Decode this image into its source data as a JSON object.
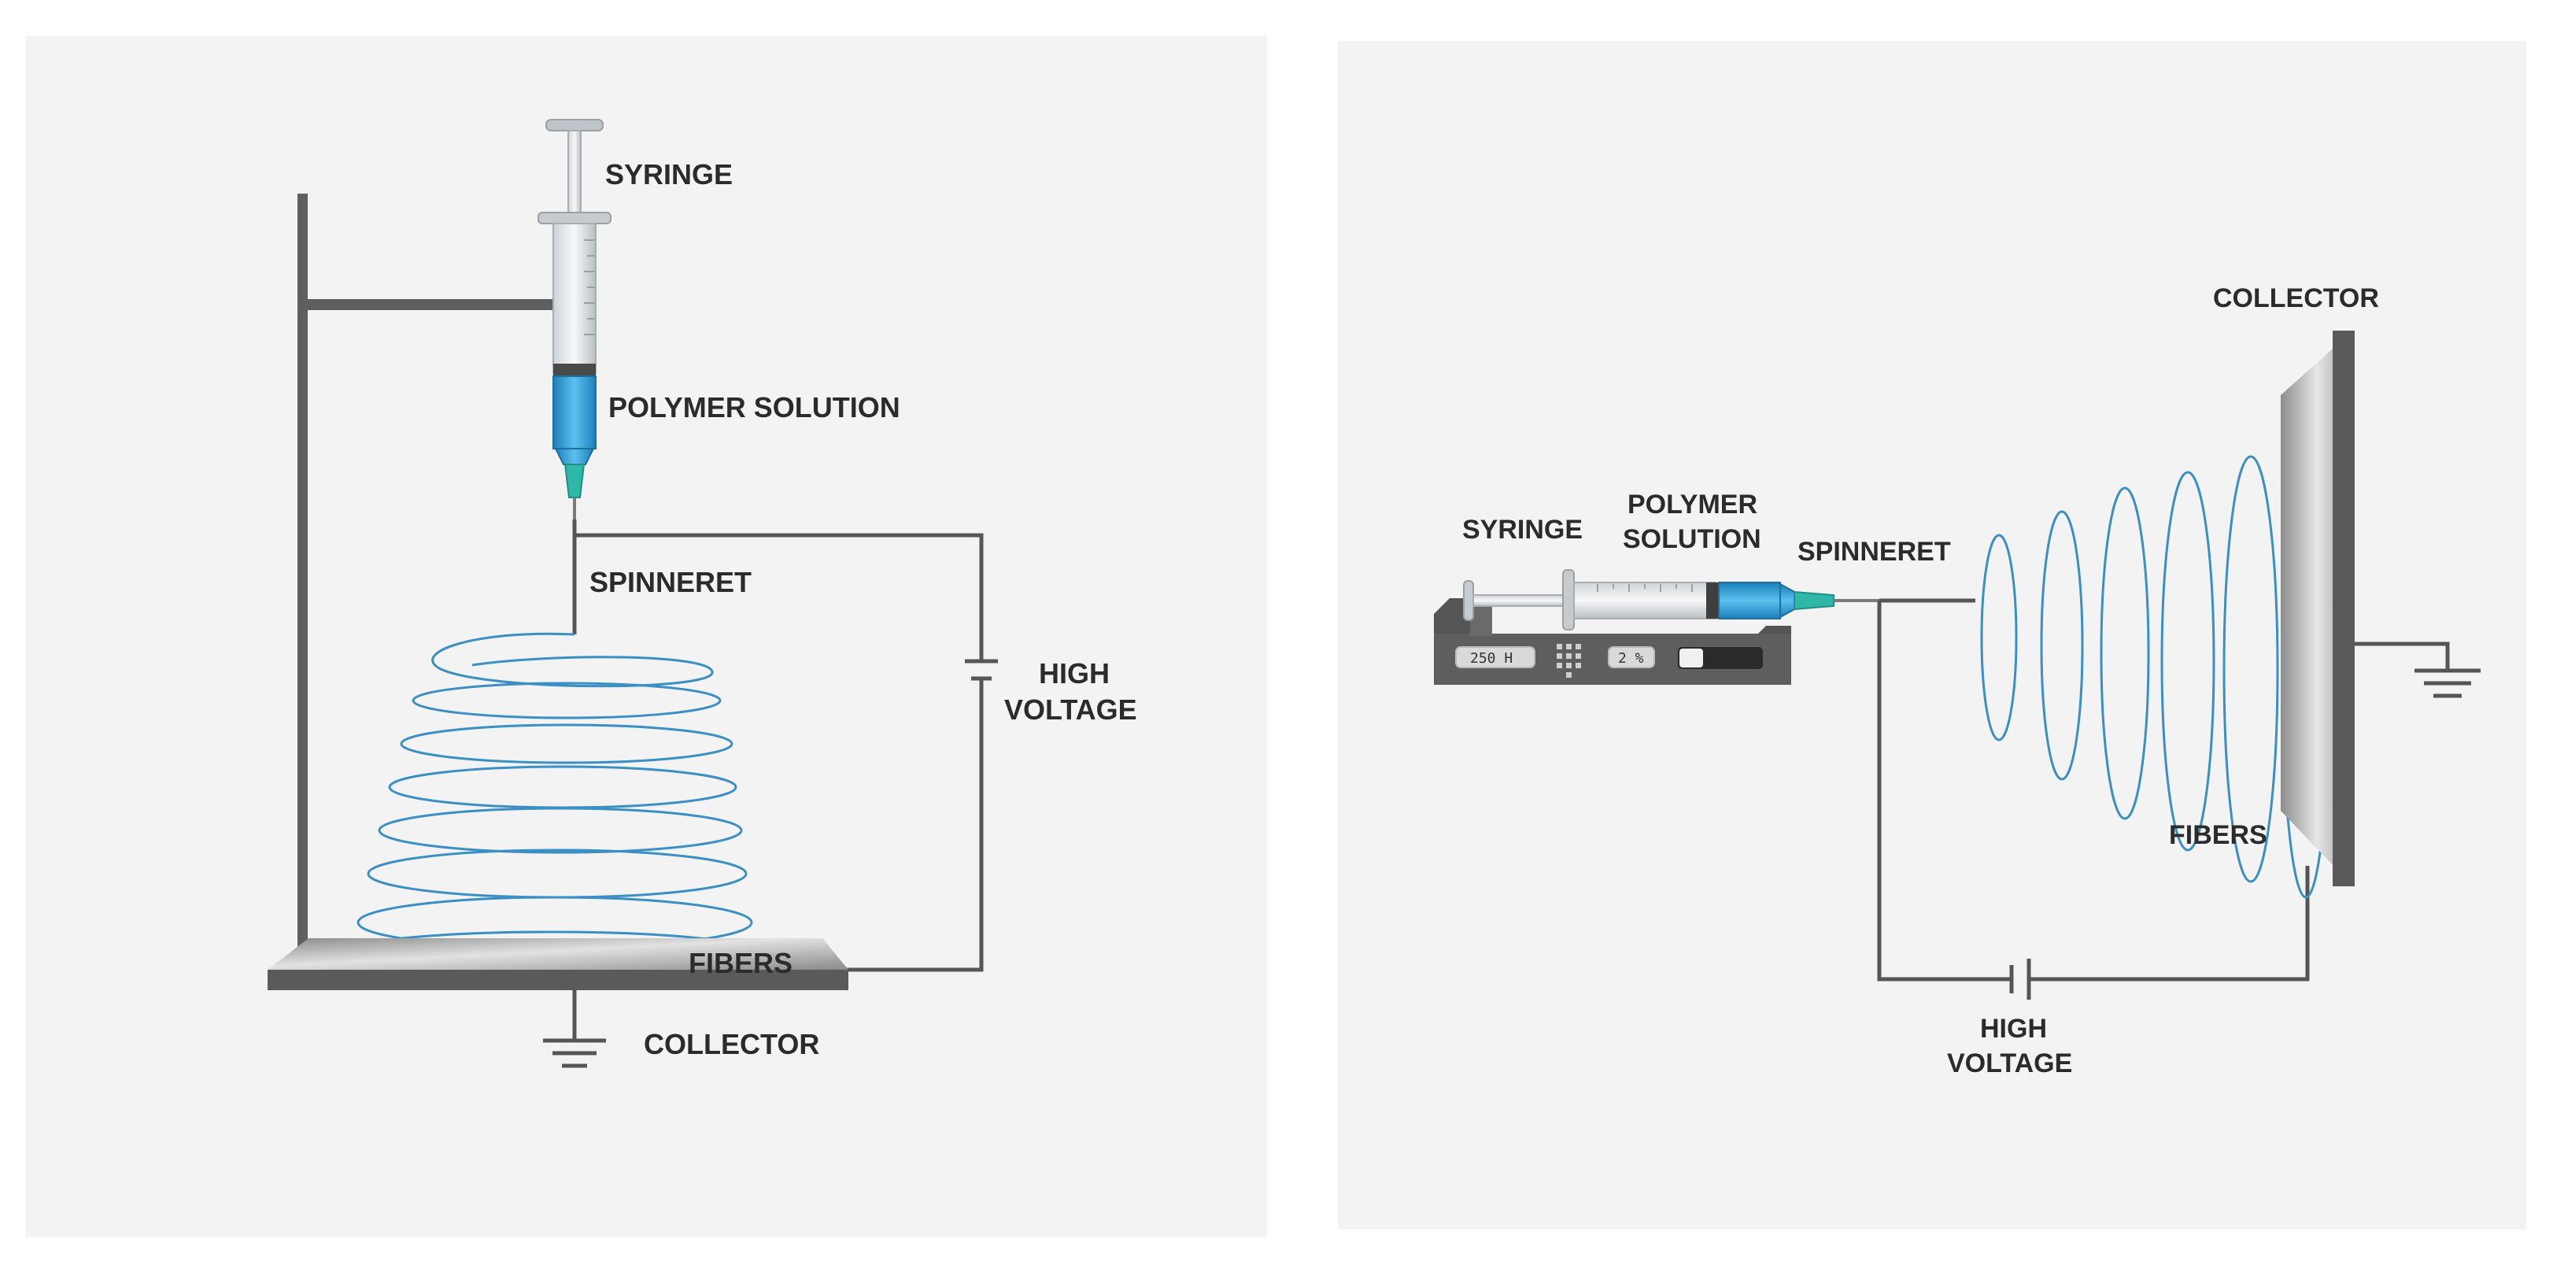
{
  "left_diagram": {
    "syringe": "SYRINGE",
    "polymer_solution": "POLYMER SOLUTION",
    "spinneret": "SPINNERET",
    "high_voltage_line1": "HIGH",
    "high_voltage_line2": "VOLTAGE",
    "fibers": "FIBERS",
    "collector": "COLLECTOR"
  },
  "right_diagram": {
    "collector": "COLLECTOR",
    "polymer_line1": "POLYMER",
    "polymer_line2": "SOLUTION",
    "syringe": "SYRINGE",
    "spinneret": "SPINNERET",
    "fibers": "FIBERS",
    "high_voltage_line1": "HIGH",
    "high_voltage_line2": "VOLTAGE",
    "pump_display_1": "250 H",
    "pump_display_2": "2 %"
  },
  "colors": {
    "panel_bg": "#f3f3f3",
    "frame": "#5f5f5f",
    "wire": "#555555",
    "fiber_blue": "#3a8fc4",
    "solution_blue": "#2e9ed6",
    "needle_teal": "#2fb8a8",
    "label_text": "#2b2b2b"
  }
}
